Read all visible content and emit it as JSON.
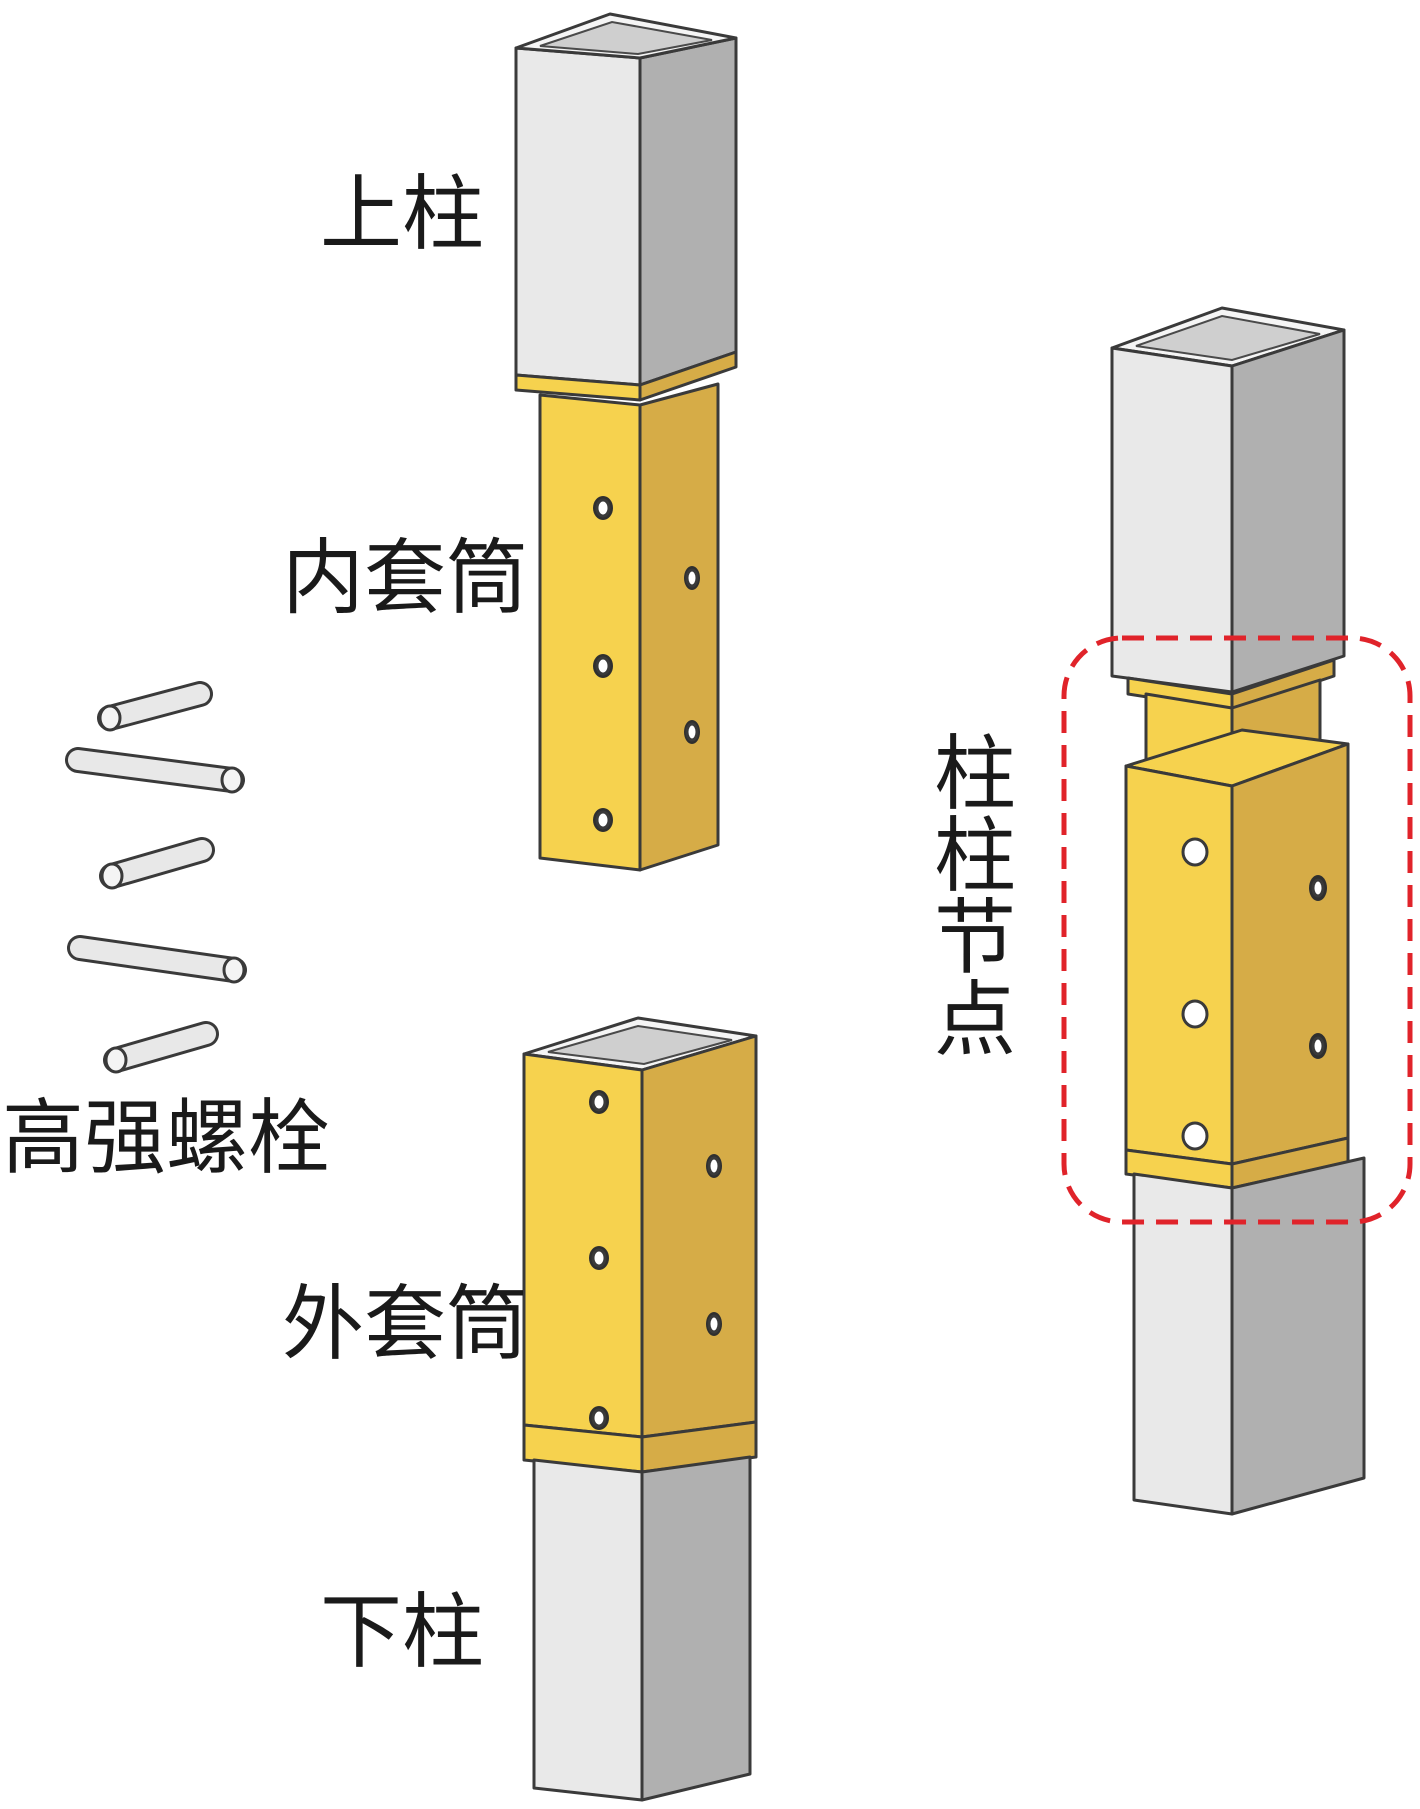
{
  "labels": {
    "upper_column": "上柱",
    "inner_sleeve": "内套筒",
    "hs_bolt": "高强螺栓",
    "outer_sleeve": "外套筒",
    "lower_column": "下柱",
    "joint": [
      "柱",
      "柱",
      "节",
      "点"
    ]
  },
  "colors": {
    "steel_face": "#e9e9e9",
    "steel_side": "#b0b0b0",
    "steel_top": "#f5f5f5",
    "sleeve_face": "#f6d24e",
    "sleeve_side": "#d6ac47",
    "sleeve_top": "#f9e08a",
    "highlight_dash": "#e0232a"
  }
}
